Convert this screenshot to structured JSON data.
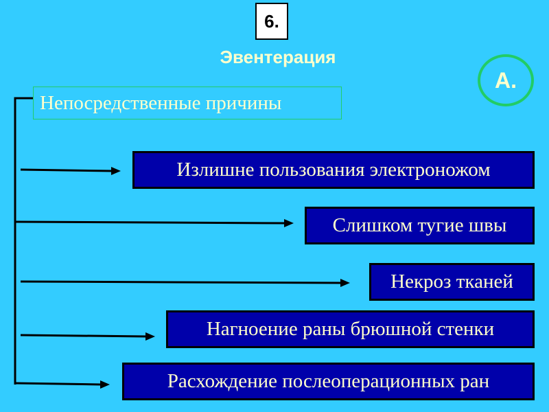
{
  "slide": {
    "number": "6.",
    "title": "Эвентерация",
    "circle_label": "А.",
    "header": "Непосредственные причины"
  },
  "causes": [
    "Излишне пользования электроножом",
    "Слишком тугие швы",
    "Некроз тканей",
    "Нагноение раны брюшной стенки",
    "Расхождение послеоперационных ран"
  ],
  "colors": {
    "background": "#33ccff",
    "box_fill": "#0000aa",
    "text": "#ffffcc",
    "circle_border": "#22cc66"
  }
}
